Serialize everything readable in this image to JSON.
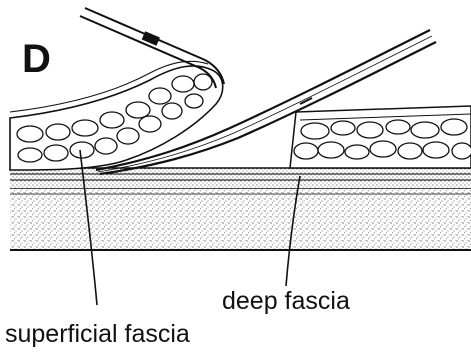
{
  "panel_letter": "D",
  "labels": {
    "deep_fascia": "deep fascia",
    "superficial_fascia": "superficial fascia"
  },
  "colors": {
    "ink": "#111111",
    "background": "#ffffff",
    "speckle": "#8a8a8a"
  }
}
